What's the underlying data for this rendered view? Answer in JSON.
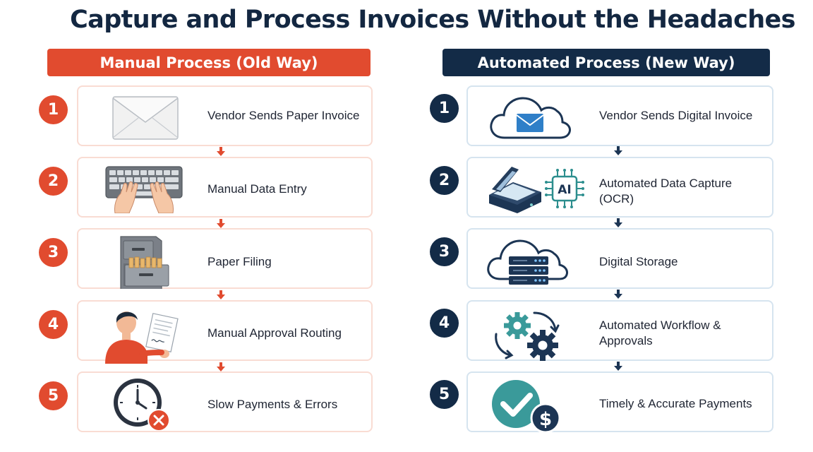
{
  "title": "Capture and Process Invoices Without the Headaches",
  "manual": {
    "header": "Manual Process (Old Way)",
    "color": "#e14b2f",
    "steps": [
      {
        "number": "1",
        "label": "Vendor Sends Paper Invoice",
        "icon": "envelope-icon"
      },
      {
        "number": "2",
        "label": "Manual Data Entry",
        "icon": "keyboard-typing-icon"
      },
      {
        "number": "3",
        "label": "Paper Filing",
        "icon": "filing-cabinet-icon"
      },
      {
        "number": "4",
        "label": "Manual Approval Routing",
        "icon": "person-document-icon"
      },
      {
        "number": "5",
        "label": "Slow Payments & Errors",
        "icon": "clock-error-icon"
      }
    ]
  },
  "automated": {
    "header": "Automated Process (New Way)",
    "color": "#132b47",
    "steps": [
      {
        "number": "1",
        "label_line1": "Vendor Sends Digital Invoice",
        "icon": "cloud-email-icon"
      },
      {
        "number": "2",
        "label_line1": "Automated Data Capture",
        "label_line2": "(OCR)",
        "icon": "scanner-ai-icon",
        "ai_text": "AI"
      },
      {
        "number": "3",
        "label_line1": "Digital Storage",
        "icon": "cloud-server-icon"
      },
      {
        "number": "4",
        "label_line1": "Automated Workflow &",
        "label_line2": "Approvals",
        "icon": "gears-cycle-icon"
      },
      {
        "number": "5",
        "label_line1": "Timely & Accurate Payments",
        "icon": "check-dollar-icon",
        "currency_symbol": "$"
      }
    ]
  }
}
